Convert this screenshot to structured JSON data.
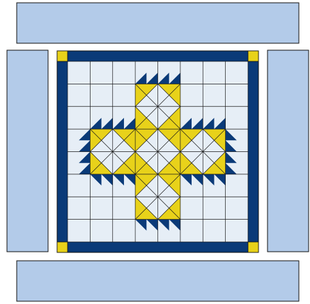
{
  "colors": {
    "navy": "#0a3a78",
    "yellow": "#e8d21a",
    "light": "#e6eef6",
    "strip_fill": "#b3cbe9",
    "outline": "#111111",
    "grid": "#1a1a1a"
  },
  "pieces": {
    "top_strip": "border-strip",
    "left_strip": "border-strip",
    "right_strip": "border-strip",
    "bottom_strip": "border-strip",
    "corner_blocks": "cornerstone",
    "quilt_block": "feathered-star-quilt-block"
  }
}
